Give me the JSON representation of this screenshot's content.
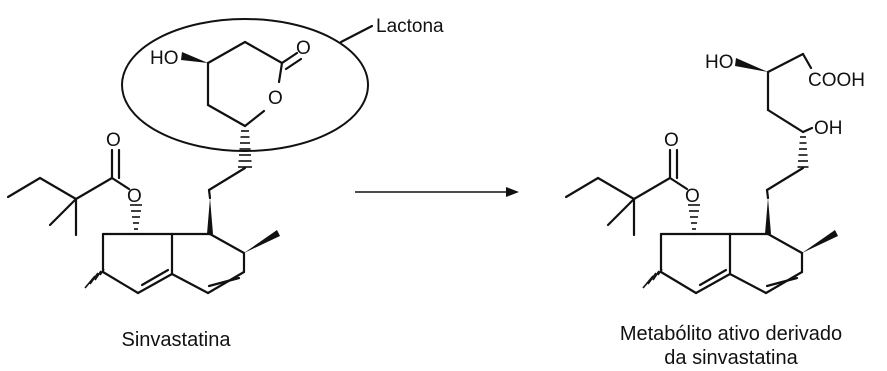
{
  "labels": {
    "lactone_callout": "Lactona",
    "left_caption": "Sinvastatina",
    "right_caption_line1": "Metabólito ativo derivado",
    "right_caption_line2": "da sinvastatina"
  },
  "atoms": {
    "left_ho": "HO",
    "left_ring_ketone_o": "O",
    "left_ring_o": "O",
    "left_ester_carbonyl_o": "O",
    "left_ester_o": "O",
    "right_ho": "HO",
    "right_cooh": "COOH",
    "right_oh": "OH",
    "right_ester_carbonyl_o": "O",
    "right_ester_o": "O"
  }
}
